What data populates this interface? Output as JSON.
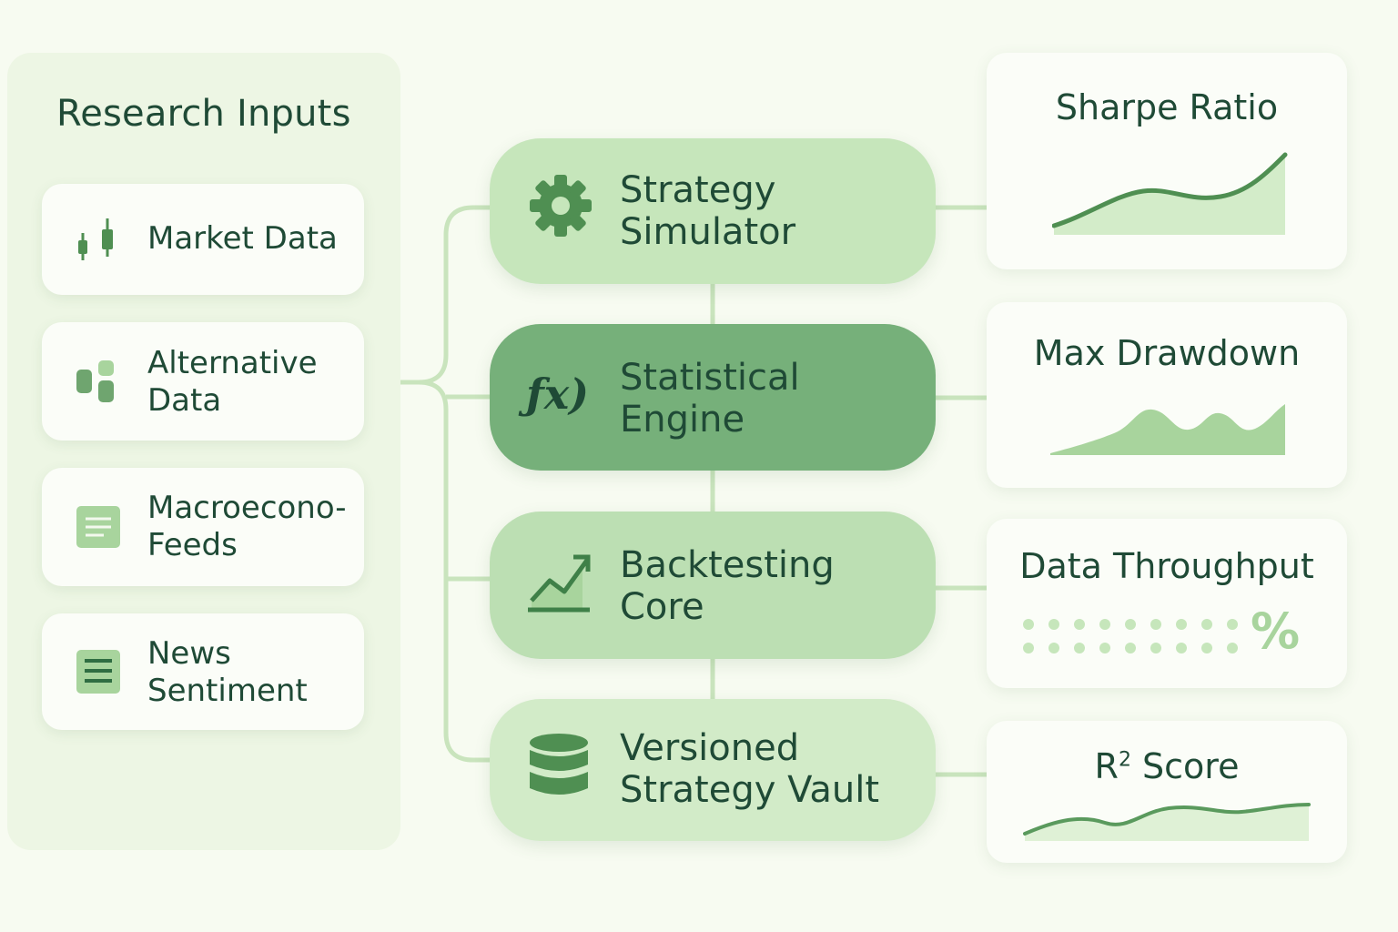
{
  "colors": {
    "background": "#f7fbf1",
    "panel": "#edf6e4",
    "card": "#fbfdf8",
    "text": "#1f4a36",
    "accent": "#4f8f52",
    "accent_light": "#a8d49d",
    "connector": "#c9e4bd",
    "engine_fill": "#76b07a"
  },
  "inputs": {
    "title": "Research Inputs",
    "items": [
      {
        "label": "Market Data",
        "icon": "candlestick-icon"
      },
      {
        "label": "Alternative\nData",
        "icon": "blocks-icon"
      },
      {
        "label": "Macroecono-\nFeeds",
        "icon": "document-icon"
      },
      {
        "label": "News\nSentiment",
        "icon": "news-icon"
      }
    ]
  },
  "processes": [
    {
      "label": "Strategy\nSimulator",
      "icon": "gear-icon"
    },
    {
      "label": "Statistical\nEngine",
      "icon": "function-icon"
    },
    {
      "label": "Backtesting\nCore",
      "icon": "trend-chart-icon"
    },
    {
      "label": "Versioned\nStrategy Vault",
      "icon": "database-icon"
    }
  ],
  "metrics": [
    {
      "title": "Sharpe Ratio",
      "chart": "rising-line-sparkline"
    },
    {
      "title": "Max Drawdown",
      "chart": "wavy-area-sparkline"
    },
    {
      "title": "Data Throughput",
      "chart": "dot-grid-percent",
      "symbol": "%"
    },
    {
      "title_main": "R",
      "title_sup": "2",
      "title_rest": " Score",
      "chart": "gentle-line-sparkline"
    }
  ]
}
